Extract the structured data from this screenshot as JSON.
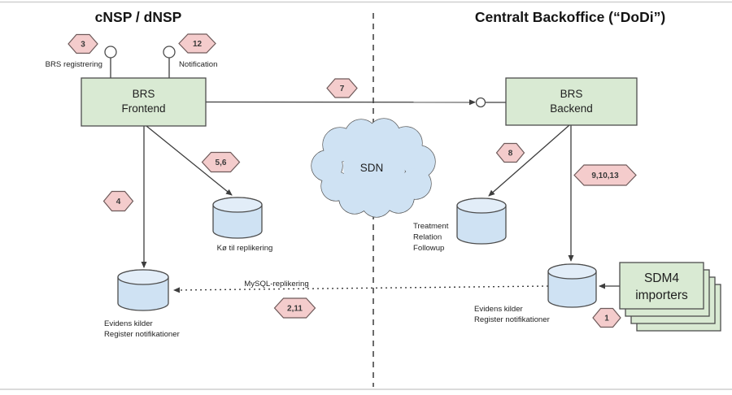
{
  "titles": {
    "left": "cNSP / dNSP",
    "right": "Centralt Backoffice (“DoDi”)"
  },
  "nodes": {
    "brs_frontend": {
      "line1": "BRS",
      "line2": "Frontend"
    },
    "brs_backend": {
      "line1": "BRS",
      "line2": "Backend"
    },
    "sdm4": {
      "line1": "SDM4",
      "line2": "importers"
    }
  },
  "datastores": {
    "queue": {
      "label": "Kø til replikering"
    },
    "evidens_left": {
      "line1": "Evidens kilder",
      "line2": "Register notifikationer"
    },
    "treatment": {
      "line1": "Treatment",
      "line2": "Relation",
      "line3": "Followup"
    },
    "evidens_right": {
      "line1": "Evidens kilder",
      "line2": "Register notifikationer"
    }
  },
  "cloud": {
    "label": "SDN"
  },
  "labels": {
    "brs_registrering": "BRS registrering",
    "notification": "Notification",
    "mysql": "MySQL-replikering"
  },
  "badges": {
    "b3": "3",
    "b12": "12",
    "b7": "7",
    "b56": "5,6",
    "b4": "4",
    "b8": "8",
    "b91013": "9,10,13",
    "b211": "2,11",
    "b1": "1"
  },
  "colors": {
    "node_fill": "#d9ead3",
    "store_fill": "#cfe2f3",
    "store_top_fill": "#e2edf8",
    "cloud_fill": "#cfe2f3",
    "badge_fill": "#f4cccc"
  }
}
